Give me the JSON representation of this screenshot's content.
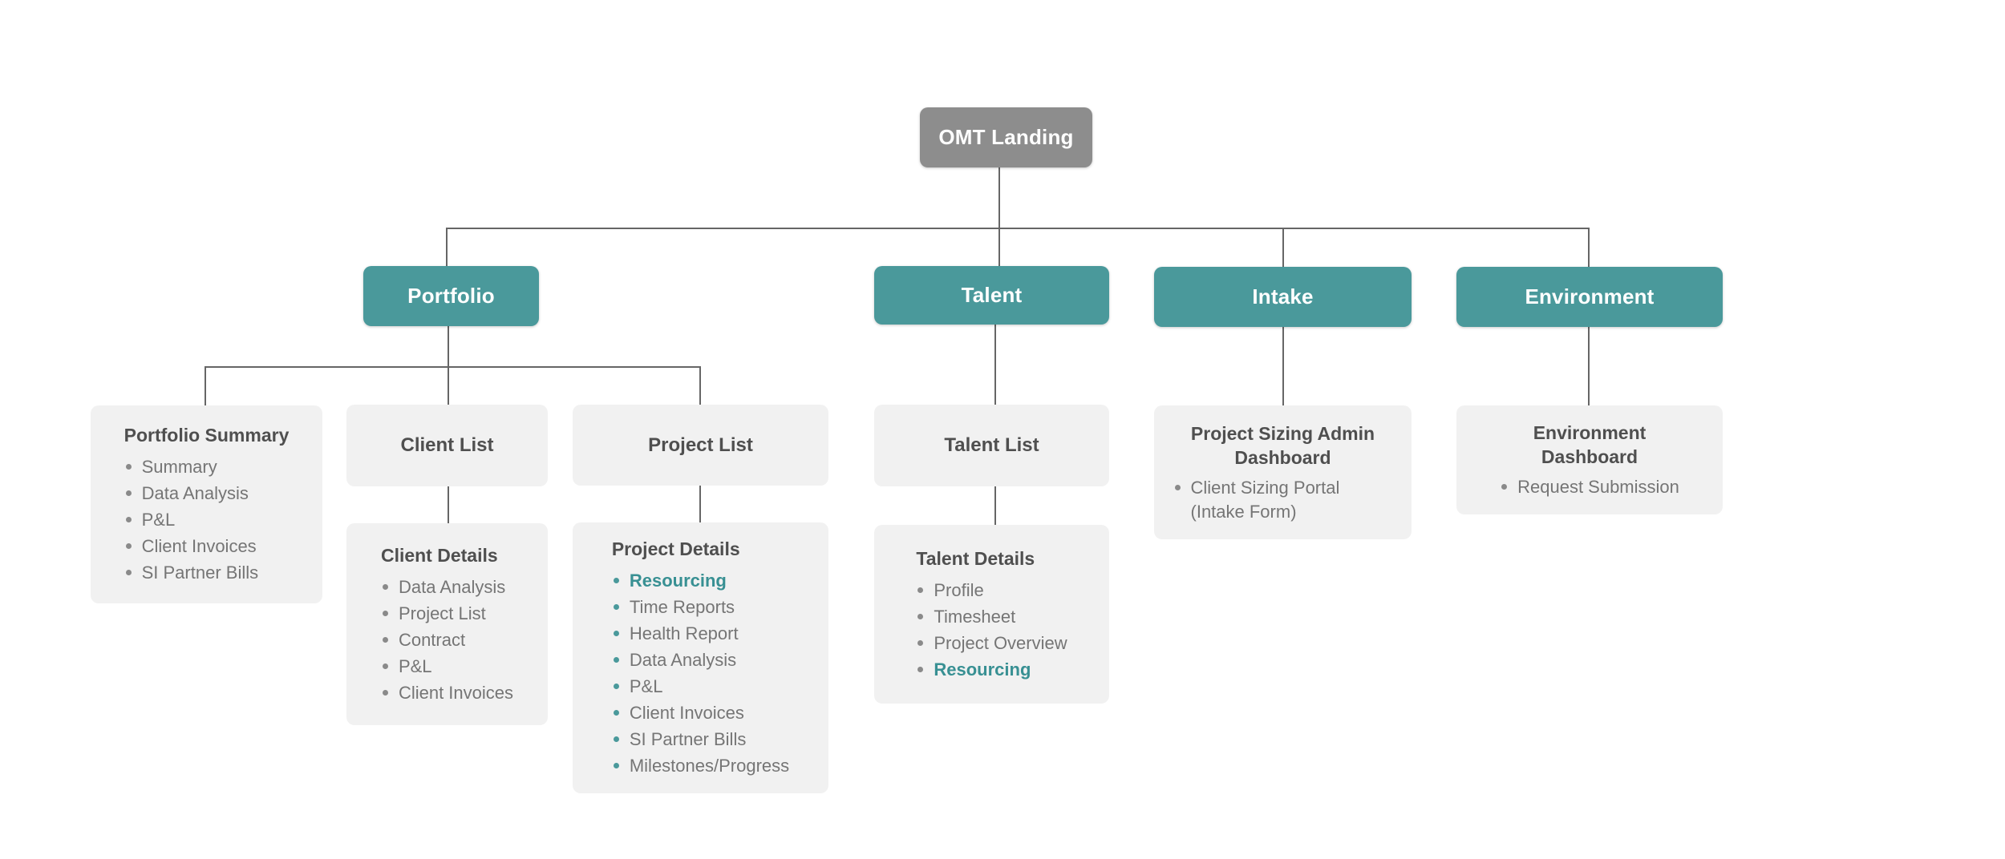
{
  "colors": {
    "teal": "#4a999b",
    "gray_node": "#8d8d8d",
    "card_bg": "#f1f1f1",
    "line": "#666666",
    "title_text": "#4f4f4f",
    "item_text": "#757575",
    "highlight_text": "#389093"
  },
  "nodes": {
    "root": {
      "label": "OMT Landing"
    },
    "portfolio": {
      "label": "Portfolio"
    },
    "talent": {
      "label": "Talent"
    },
    "intake": {
      "label": "Intake"
    },
    "environment": {
      "label": "Environment"
    },
    "portfolio_summary": {
      "title": "Portfolio Summary",
      "items": [
        "Summary",
        "Data Analysis",
        "P&L",
        "Client Invoices",
        "SI Partner Bills"
      ]
    },
    "client_list": {
      "title": "Client List"
    },
    "client_details": {
      "title": "Client Details",
      "items": [
        "Data Analysis",
        "Project List",
        "Contract",
        "P&L",
        "Client Invoices"
      ]
    },
    "project_list": {
      "title": "Project List"
    },
    "project_details": {
      "title": "Project Details",
      "items": [
        {
          "text": "Resourcing",
          "highlight": true
        },
        "Time Reports",
        "Health Report",
        "Data Analysis",
        "P&L",
        "Client Invoices",
        "SI Partner Bills",
        "Milestones/Progress"
      ]
    },
    "talent_list": {
      "title": "Talent List"
    },
    "talent_details": {
      "title": "Talent Details",
      "items": [
        "Profile",
        "Timesheet",
        "Project Overview",
        {
          "text": "Resourcing",
          "highlight": true
        }
      ]
    },
    "project_sizing": {
      "title": "Project Sizing Admin Dashboard",
      "items": [
        "Client Sizing Portal (Intake Form)"
      ]
    },
    "environment_dashboard": {
      "title": "Environment Dashboard",
      "items": [
        "Request Submission"
      ]
    }
  }
}
